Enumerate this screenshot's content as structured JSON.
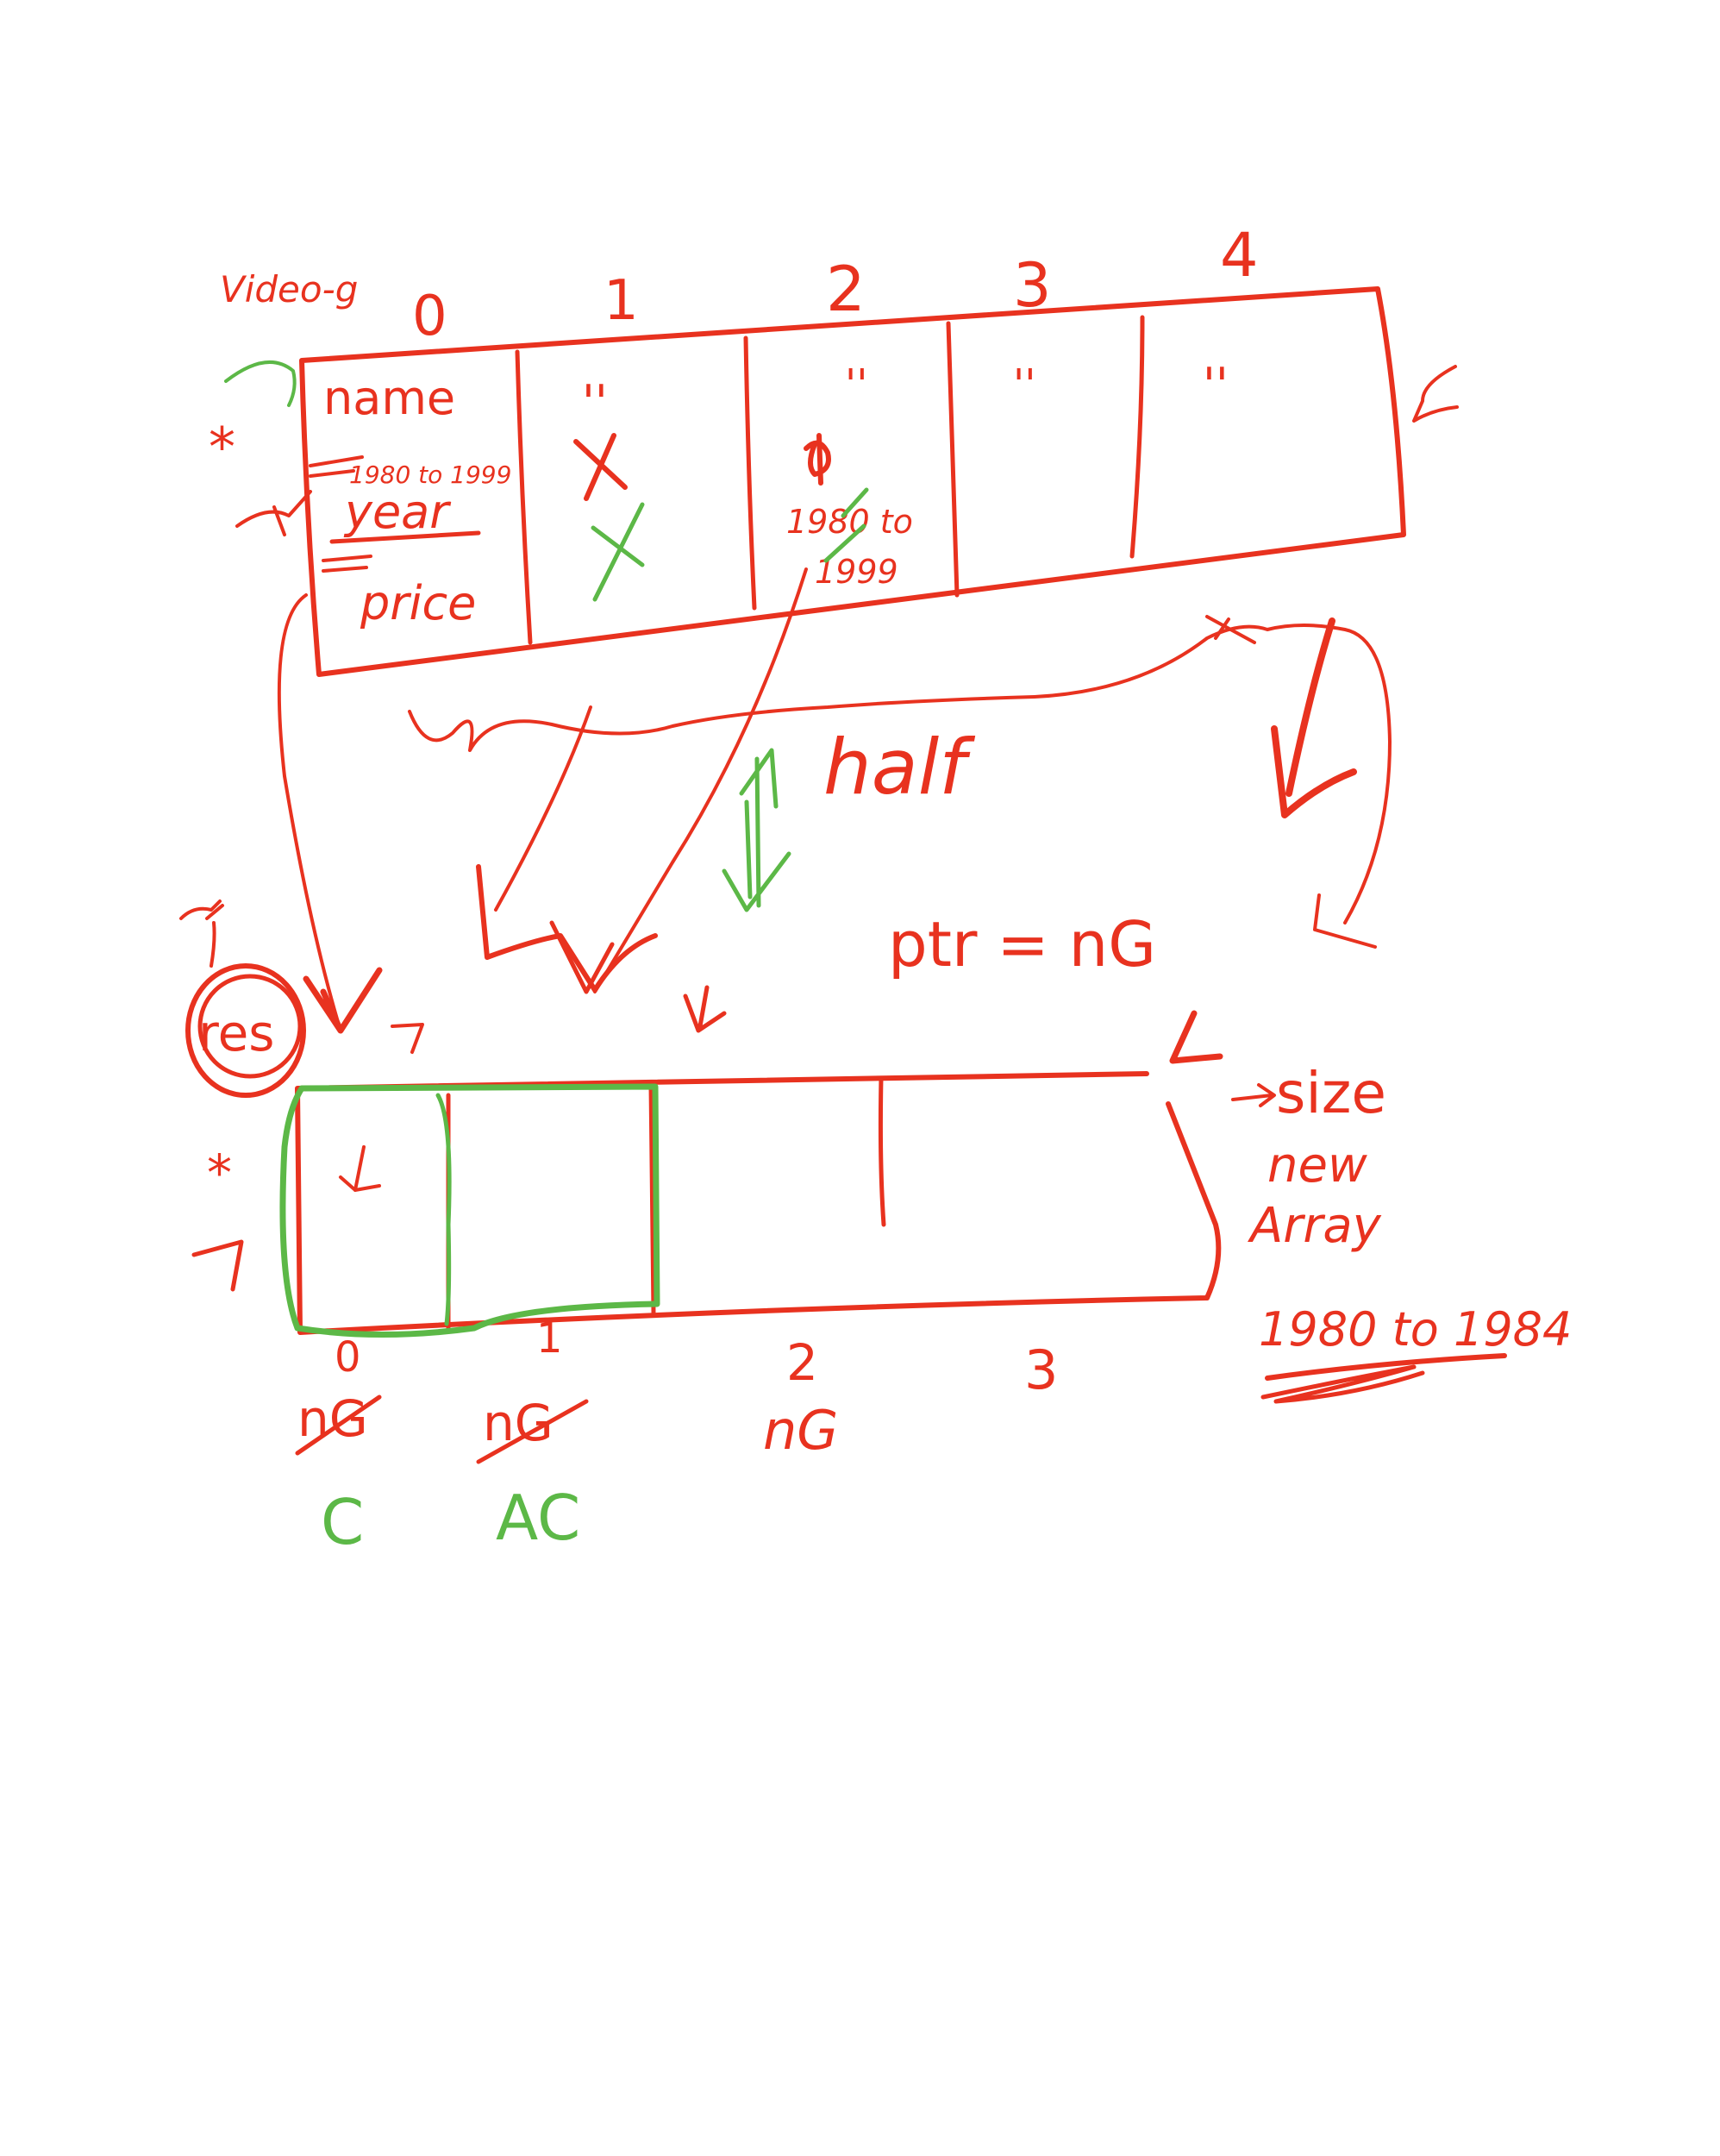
{
  "colors": {
    "red_ink": "#e8321f",
    "green_ink": "#5cb847",
    "background": "#ffffff"
  },
  "top_array": {
    "label": "Video-g",
    "indices": [
      "0",
      "1",
      "2",
      "3",
      "4"
    ],
    "fields": [
      "name",
      "1980 to 1999",
      "year",
      "price"
    ],
    "cell1_marks": "''",
    "cell2_marks": "''",
    "cell2_range_top": "1980 to",
    "cell2_range_bottom": "1999",
    "cell3_marks": "''",
    "cell4_marks": "''",
    "star": "*"
  },
  "middle": {
    "half": "half",
    "ptr": "ptr = nG"
  },
  "bottom_array": {
    "name": "res",
    "star": "*",
    "indices": [
      "0",
      "1",
      "2",
      "3"
    ],
    "below_red": [
      "nG",
      "nG",
      "nG"
    ],
    "below_green": [
      "C",
      "AC"
    ]
  },
  "notes": {
    "size": "size",
    "new": "new",
    "array": "Array",
    "range": "1980 to 1984"
  }
}
